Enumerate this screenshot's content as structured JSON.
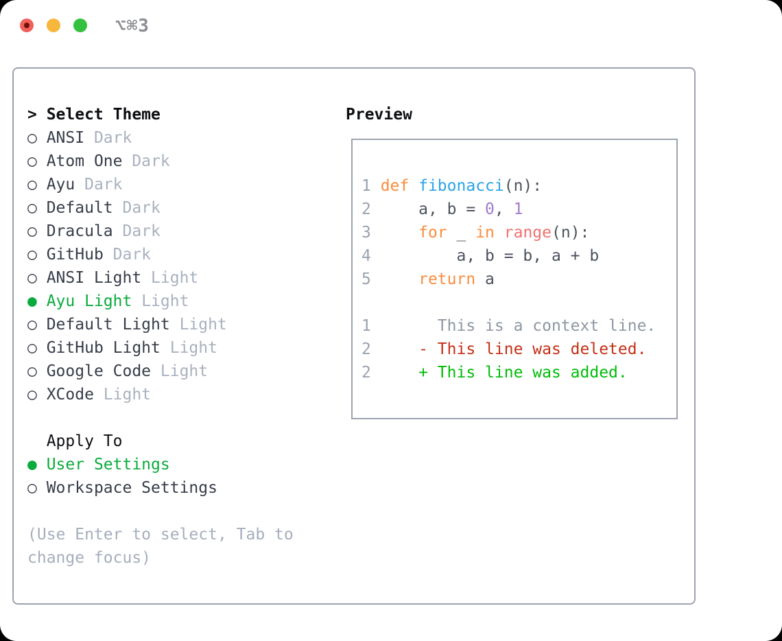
{
  "window": {
    "title": "⌥⌘3",
    "traffic_lights": [
      {
        "name": "close",
        "color": "#f2605a",
        "dot": "#6e100c"
      },
      {
        "name": "minimize",
        "color": "#f6b73c",
        "dot": ""
      },
      {
        "name": "zoom",
        "color": "#33c13f",
        "dot": ""
      }
    ]
  },
  "theme_panel": {
    "header": "Select Theme",
    "prefixes": {
      "focus": "> ",
      "selected": "● ",
      "unselected": "○ ",
      "indent": "  "
    },
    "items": [
      {
        "name": "ANSI",
        "variant": "Dark",
        "selected": false
      },
      {
        "name": "Atom One",
        "variant": "Dark",
        "selected": false
      },
      {
        "name": "Ayu",
        "variant": "Dark",
        "selected": false
      },
      {
        "name": "Default",
        "variant": "Dark",
        "selected": false
      },
      {
        "name": "Dracula",
        "variant": "Dark",
        "selected": false
      },
      {
        "name": "GitHub",
        "variant": "Dark",
        "selected": false
      },
      {
        "name": "ANSI Light",
        "variant": "Light",
        "selected": false
      },
      {
        "name": "Ayu Light",
        "variant": "Light",
        "selected": true
      },
      {
        "name": "Default Light",
        "variant": "Light",
        "selected": false
      },
      {
        "name": "GitHub Light",
        "variant": "Light",
        "selected": false
      },
      {
        "name": "Google Code",
        "variant": "Light",
        "selected": false
      },
      {
        "name": "XCode",
        "variant": "Light",
        "selected": false
      }
    ],
    "apply_to": {
      "header": "Apply To",
      "options": [
        {
          "label": "User Settings",
          "selected": true
        },
        {
          "label": "Workspace Settings",
          "selected": false
        }
      ]
    },
    "hint": "(Use Enter to select, Tab to change focus)"
  },
  "preview": {
    "title": "Preview",
    "code_lines": [
      {
        "segments": [
          {
            "t": "1 ",
            "c": "ln"
          },
          {
            "t": "def",
            "c": "kw"
          },
          {
            "t": " ",
            "c": "pl"
          },
          {
            "t": "fibonacci",
            "c": "fn"
          },
          {
            "t": "(n):",
            "c": "pl"
          }
        ]
      },
      {
        "segments": [
          {
            "t": "2 ",
            "c": "ln"
          },
          {
            "t": "    a, b = ",
            "c": "pl"
          },
          {
            "t": "0",
            "c": "num"
          },
          {
            "t": ", ",
            "c": "pl"
          },
          {
            "t": "1",
            "c": "num"
          }
        ]
      },
      {
        "segments": [
          {
            "t": "3 ",
            "c": "ln"
          },
          {
            "t": "    ",
            "c": "pl"
          },
          {
            "t": "for",
            "c": "kw"
          },
          {
            "t": " _ ",
            "c": "pl"
          },
          {
            "t": "in",
            "c": "kw"
          },
          {
            "t": " ",
            "c": "pl"
          },
          {
            "t": "range",
            "c": "call"
          },
          {
            "t": "(n):",
            "c": "pl"
          }
        ]
      },
      {
        "segments": [
          {
            "t": "4 ",
            "c": "ln"
          },
          {
            "t": "        a, b = b, a + b",
            "c": "pl"
          }
        ]
      },
      {
        "segments": [
          {
            "t": "5 ",
            "c": "ln"
          },
          {
            "t": "    ",
            "c": "pl"
          },
          {
            "t": "return",
            "c": "kw"
          },
          {
            "t": " a",
            "c": "pl"
          }
        ]
      },
      {
        "segments": []
      },
      {
        "segments": [
          {
            "t": "1",
            "c": "ln"
          },
          {
            "t": "       This is a context line.",
            "c": "ctx"
          }
        ]
      },
      {
        "segments": [
          {
            "t": "2",
            "c": "ln"
          },
          {
            "t": "     ",
            "c": "pl"
          },
          {
            "t": "- This line was deleted.",
            "c": "del"
          }
        ]
      },
      {
        "segments": [
          {
            "t": "2",
            "c": "ln"
          },
          {
            "t": "     ",
            "c": "pl"
          },
          {
            "t": "+ This line was added.",
            "c": "add"
          }
        ]
      }
    ]
  },
  "colors": {
    "title": "#8a8d92",
    "border": "#9ca3ae",
    "header": "#0c0e12",
    "dark": "#363c48",
    "muted": "#a9b1bf",
    "green": "#0aab3c",
    "hint": "#a6aebc",
    "plain": "#4c525d",
    "kw": "#f98d3e",
    "fn": "#2aa3e8",
    "call": "#f07171",
    "numlit": "#a37acc",
    "lineno": "#99a2b0",
    "ctx": "#8f97a2",
    "del": "#c43016",
    "add": "#00bb08"
  }
}
